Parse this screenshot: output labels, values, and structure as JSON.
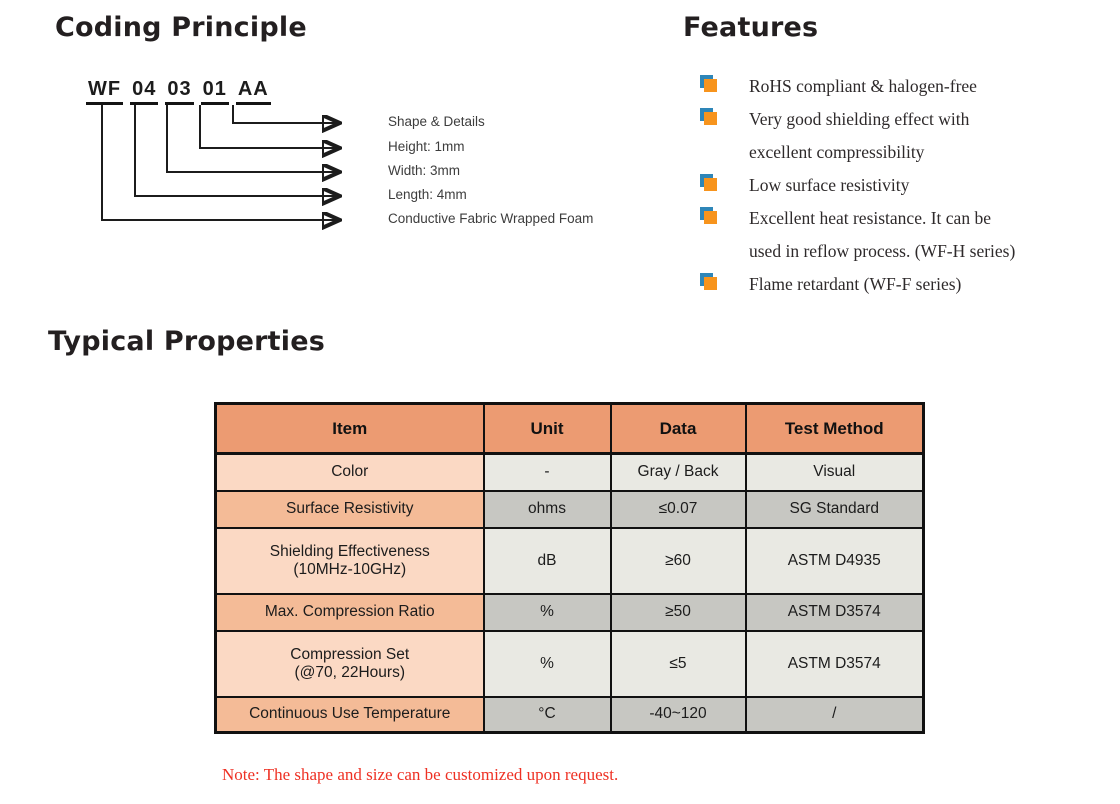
{
  "coding_principle": {
    "title": "Coding Principle",
    "code_segments": [
      "WF",
      "04",
      "03",
      "01",
      "AA"
    ],
    "labels": [
      "Shape & Details",
      "Height: 1mm",
      "Width: 3mm",
      "Length: 4mm",
      "Conductive Fabric Wrapped Foam"
    ]
  },
  "features": {
    "title": "Features",
    "items": [
      "RoHS compliant & halogen-free",
      "Very good shielding effect with\nexcellent compressibility",
      "Low surface resistivity",
      "Excellent heat resistance. It can be\nused in reflow process. (WF-H series)",
      "Flame retardant (WF-F series)"
    ]
  },
  "typical_properties": {
    "title": "Typical Properties",
    "table": {
      "headers": [
        "Item",
        "Unit",
        "Data",
        "Test Method"
      ],
      "rows": [
        [
          "Color",
          "-",
          "Gray / Back",
          "Visual"
        ],
        [
          "Surface Resistivity",
          "ohms",
          "≤0.07",
          "SG Standard"
        ],
        [
          "Shielding Effectiveness\n(10MHz-10GHz)",
          "dB",
          "≥60",
          "ASTM D4935"
        ],
        [
          "Max. Compression Ratio",
          "%",
          "≥50",
          "ASTM D3574"
        ],
        [
          "Compression Set\n(@70, 22Hours)",
          "%",
          "≤5",
          "ASTM D3574"
        ],
        [
          "Continuous Use Temperature",
          "°C",
          "-40~120",
          "/"
        ]
      ]
    },
    "note": "Note: The shape and size can be customized upon request."
  },
  "colors": {
    "table_header_bg": "#ec9b72",
    "item_col_light": "#fbd9c4",
    "item_col_dark": "#f4bb97",
    "cell_light": "#e9e9e3",
    "cell_dark": "#c7c7c2",
    "bullet_orange": "#f7941d",
    "bullet_blue": "#2e86b8",
    "note_red": "#ee3124"
  }
}
